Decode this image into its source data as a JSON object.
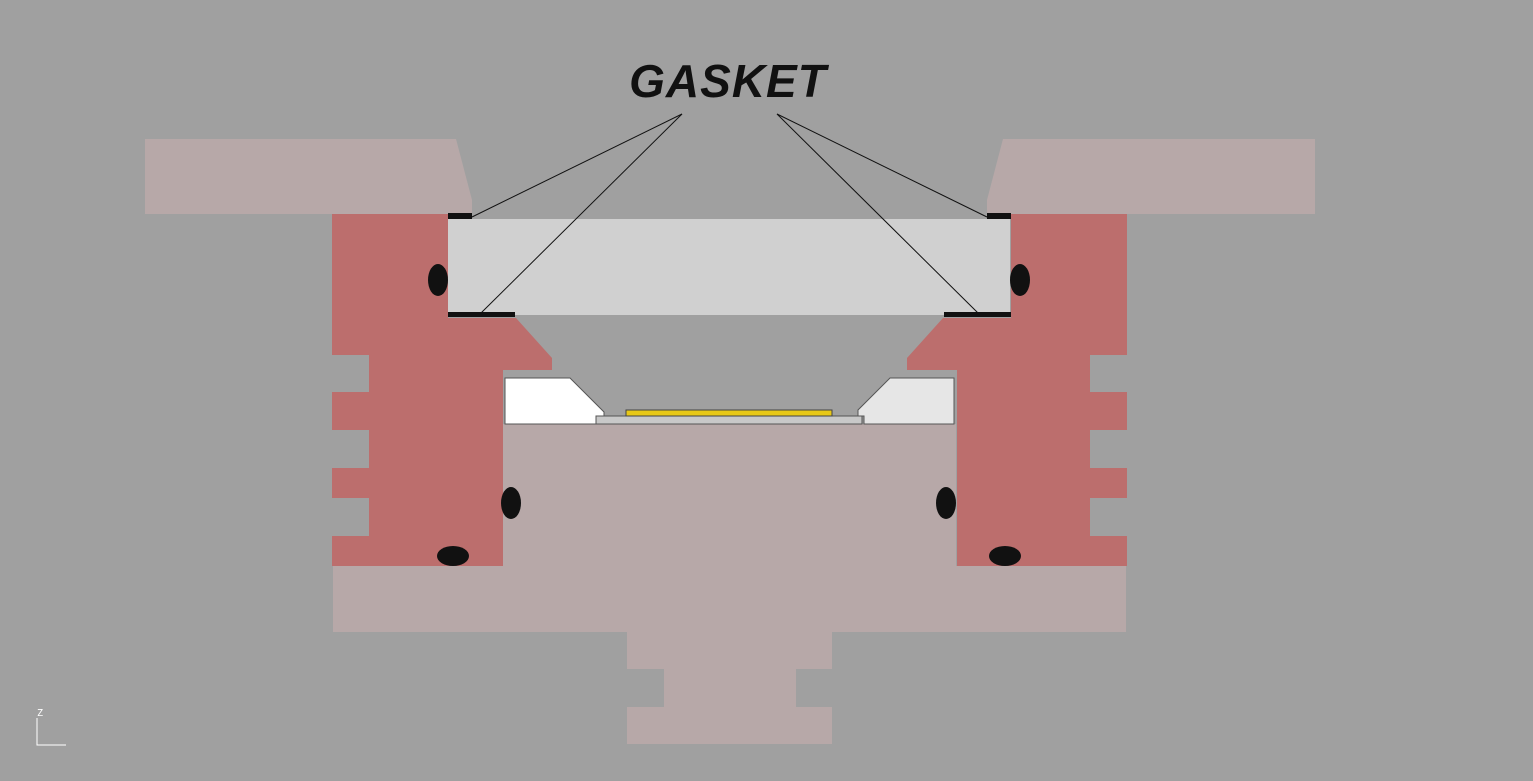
{
  "diagram": {
    "callout_label": "GASKET",
    "axis_indicator_label": "Z"
  },
  "colors": {
    "background": "#a0a0a0",
    "housing": "#b7a8a8",
    "retainer": "#bc6e6d",
    "window": "#d0d0d0",
    "seal": "#111111",
    "sensor": "#e8c816",
    "clip": "#ffffff",
    "clip_shade": "#e6e6e6"
  },
  "icons": {
    "o_ring": "black-ellipse",
    "axis": "corner-axis-indicator"
  }
}
